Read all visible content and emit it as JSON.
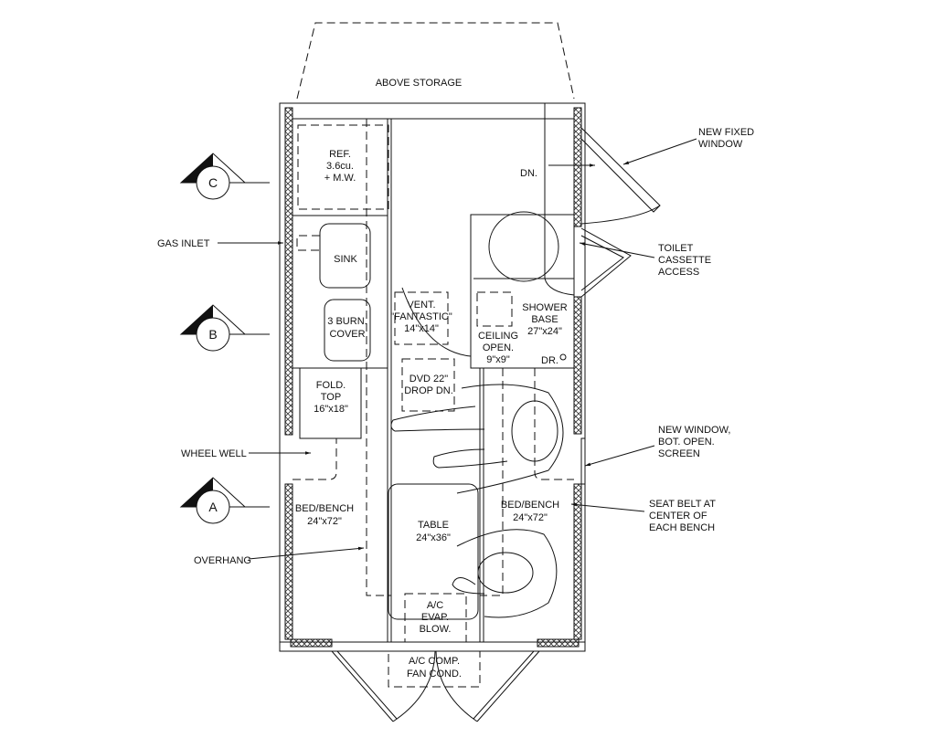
{
  "labels": {
    "above_storage": "ABOVE STORAGE",
    "ref": [
      "REF.",
      "3.6cu.",
      "+ M.W."
    ],
    "dn": "DN.",
    "sink": "SINK",
    "burner": [
      "3 BURN.",
      "COVER"
    ],
    "vent": [
      "VENT.",
      "\"FANTASTIC\"",
      "14\"x14\""
    ],
    "ceiling": [
      "CEILING",
      "OPEN.",
      "9\"x9\""
    ],
    "shower": [
      "SHOWER",
      "BASE",
      "27\"x24\""
    ],
    "dr": "DR.",
    "dvd": [
      "DVD 22\"",
      "DROP DN."
    ],
    "fold_top": [
      "FOLD.",
      "TOP",
      "16\"x18\""
    ],
    "bed_left": [
      "BED/BENCH",
      "24\"x72\""
    ],
    "bed_right": [
      "BED/BENCH",
      "24\"x72\""
    ],
    "table": [
      "TABLE",
      "24\"x36\""
    ],
    "ac_evap": [
      "A/C",
      "EVAP.",
      "BLOW."
    ],
    "ac_comp": [
      "A/C COMP.",
      "FAN COND."
    ]
  },
  "callouts": {
    "gas_inlet": "GAS INLET",
    "wheel_well": "WHEEL WELL",
    "overhang": "OVERHANG",
    "new_fixed_window": [
      "NEW FIXED",
      "WINDOW"
    ],
    "toilet": [
      "TOILET",
      "CASSETTE",
      "ACCESS"
    ],
    "new_window": [
      "NEW WINDOW,",
      "BOT. OPEN.",
      "SCREEN"
    ],
    "seat_belt": [
      "SEAT BELT AT",
      "CENTER OF",
      "EACH BENCH"
    ]
  },
  "sections": [
    "C",
    "B",
    "A"
  ]
}
